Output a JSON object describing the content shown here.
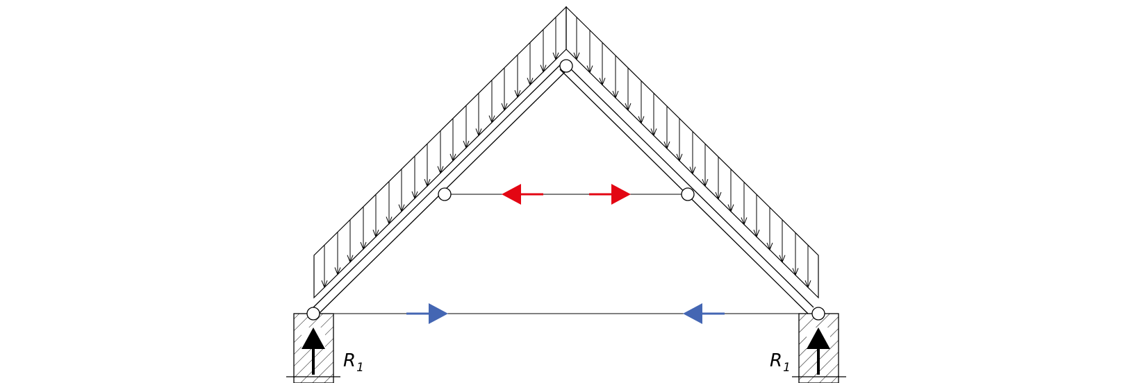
{
  "diagram": {
    "type": "roof-truss-free-body",
    "load": {
      "kind": "distributed",
      "direction": "down",
      "region": "both-rafters"
    },
    "members": [
      {
        "name": "left-rafter"
      },
      {
        "name": "right-rafter"
      },
      {
        "name": "collar-tie",
        "force": "tension",
        "arrow_color": "#e30613"
      },
      {
        "name": "bottom-tie",
        "force": "compression",
        "arrow_color": "#4466b3"
      }
    ],
    "reactions": [
      {
        "side": "left",
        "label": "R",
        "subscript": "1",
        "arrow_color": "#000000"
      },
      {
        "side": "right",
        "label": "R",
        "subscript": "1",
        "arrow_color": "#000000"
      }
    ],
    "joints": [
      "apex",
      "collar-left",
      "collar-right",
      "left-support",
      "right-support"
    ]
  }
}
